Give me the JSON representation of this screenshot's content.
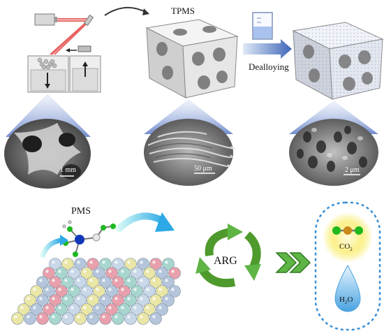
{
  "labels": {
    "tpms": "TPMS",
    "dealloying": "Dealloying",
    "pms": "PMS",
    "arg": "ARG",
    "co2": "CO",
    "co2_sub": "2",
    "h2o_h": "H",
    "h2o_sub": "2",
    "h2o_o": "O"
  },
  "scalebars": {
    "sem1": "1 mm",
    "sem2": "50 μm",
    "sem3": "2 μm"
  },
  "colors": {
    "laser": "#e23b3b",
    "arrow_blue": "#4a6fb5",
    "recycle_green": "#4f9a2c",
    "chevron_green": "#5fb446",
    "dashed_blue": "#3a8fd6",
    "glow_yellow": "#f4e24a",
    "water_blue": "#4aa3e0",
    "cl_green": "#1fb81f",
    "n_blue": "#1038b8"
  }
}
